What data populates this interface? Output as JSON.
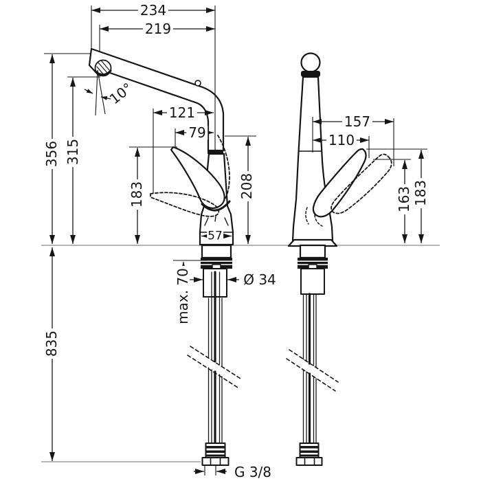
{
  "colors": {
    "ink": "#161616",
    "construction_line": "#8c8c8c",
    "background": "#ffffff"
  },
  "dimensions": {
    "overall_width": "234",
    "spout_reach": "219",
    "swivel_angle": "10°",
    "handle_down_reach": "121",
    "handle_up_reach": "79",
    "overall_height": "356",
    "spout_height": "315",
    "handle_height_front": "183",
    "spout_underside_height": "208",
    "base_width": "57",
    "mounting_thickness": "max. 70",
    "shank_diameter": "Ø 34",
    "hose_length": "835",
    "connection_thread": "G 3/8",
    "handle_reach_side_max": "157",
    "handle_reach_side": "110",
    "handle_height_side": "163",
    "handle_height_side_max": "183"
  }
}
